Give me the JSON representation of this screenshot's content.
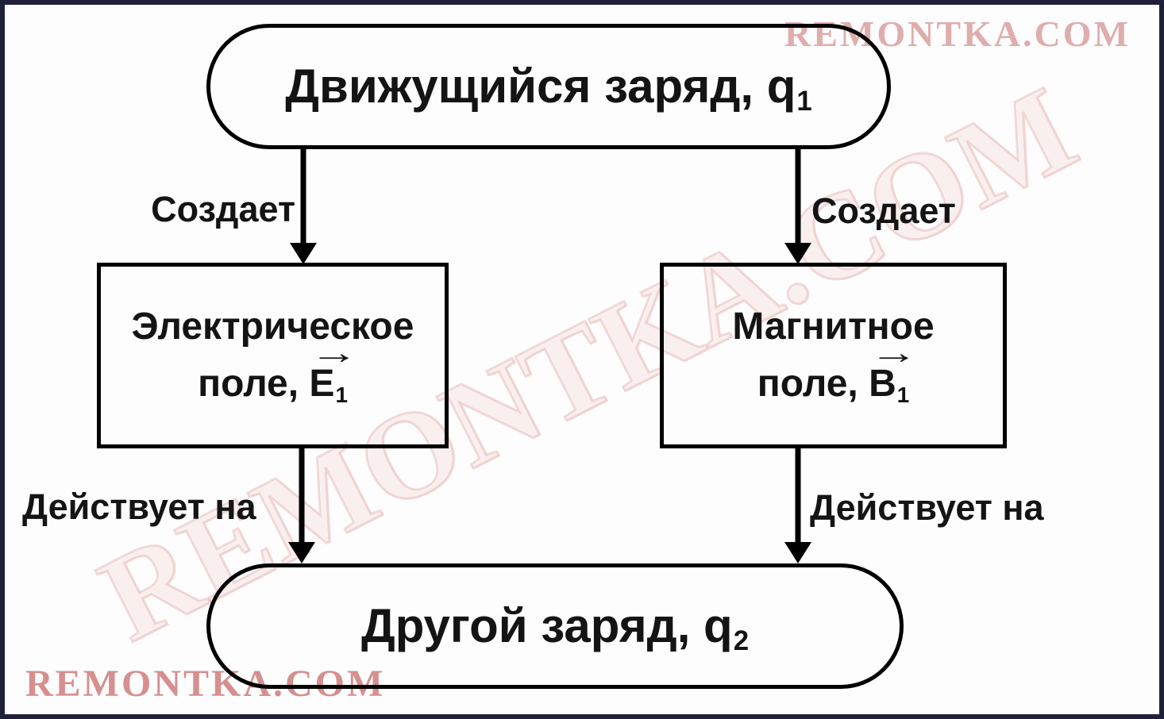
{
  "diagram": {
    "background": "#fdfdfd",
    "frame_color": "#20203a",
    "line_color": "#000000",
    "vector_arrow": "→",
    "top_node": {
      "text": "Движущийся заряд, q",
      "subscript": "1"
    },
    "left_branch": {
      "arrow_label": "Создает",
      "box_line1": "Электрическое",
      "box_line2_prefix": "поле, ",
      "box_symbol": "E",
      "box_subscript": "1",
      "action_label": "Действует на"
    },
    "right_branch": {
      "arrow_label": "Создает",
      "box_line1": "Магнитное",
      "box_line2_prefix": "поле, ",
      "box_symbol": "B",
      "box_subscript": "1",
      "action_label": "Действует на"
    },
    "bottom_node": {
      "text": "Другой заряд, q",
      "subscript": "2"
    }
  },
  "watermarks": {
    "top_right": "REMONTKA.COM",
    "center_diagonal": "REMONTKA.COM",
    "bottom_left": "REMONTKA.COM",
    "color": "#cd7c7c"
  }
}
